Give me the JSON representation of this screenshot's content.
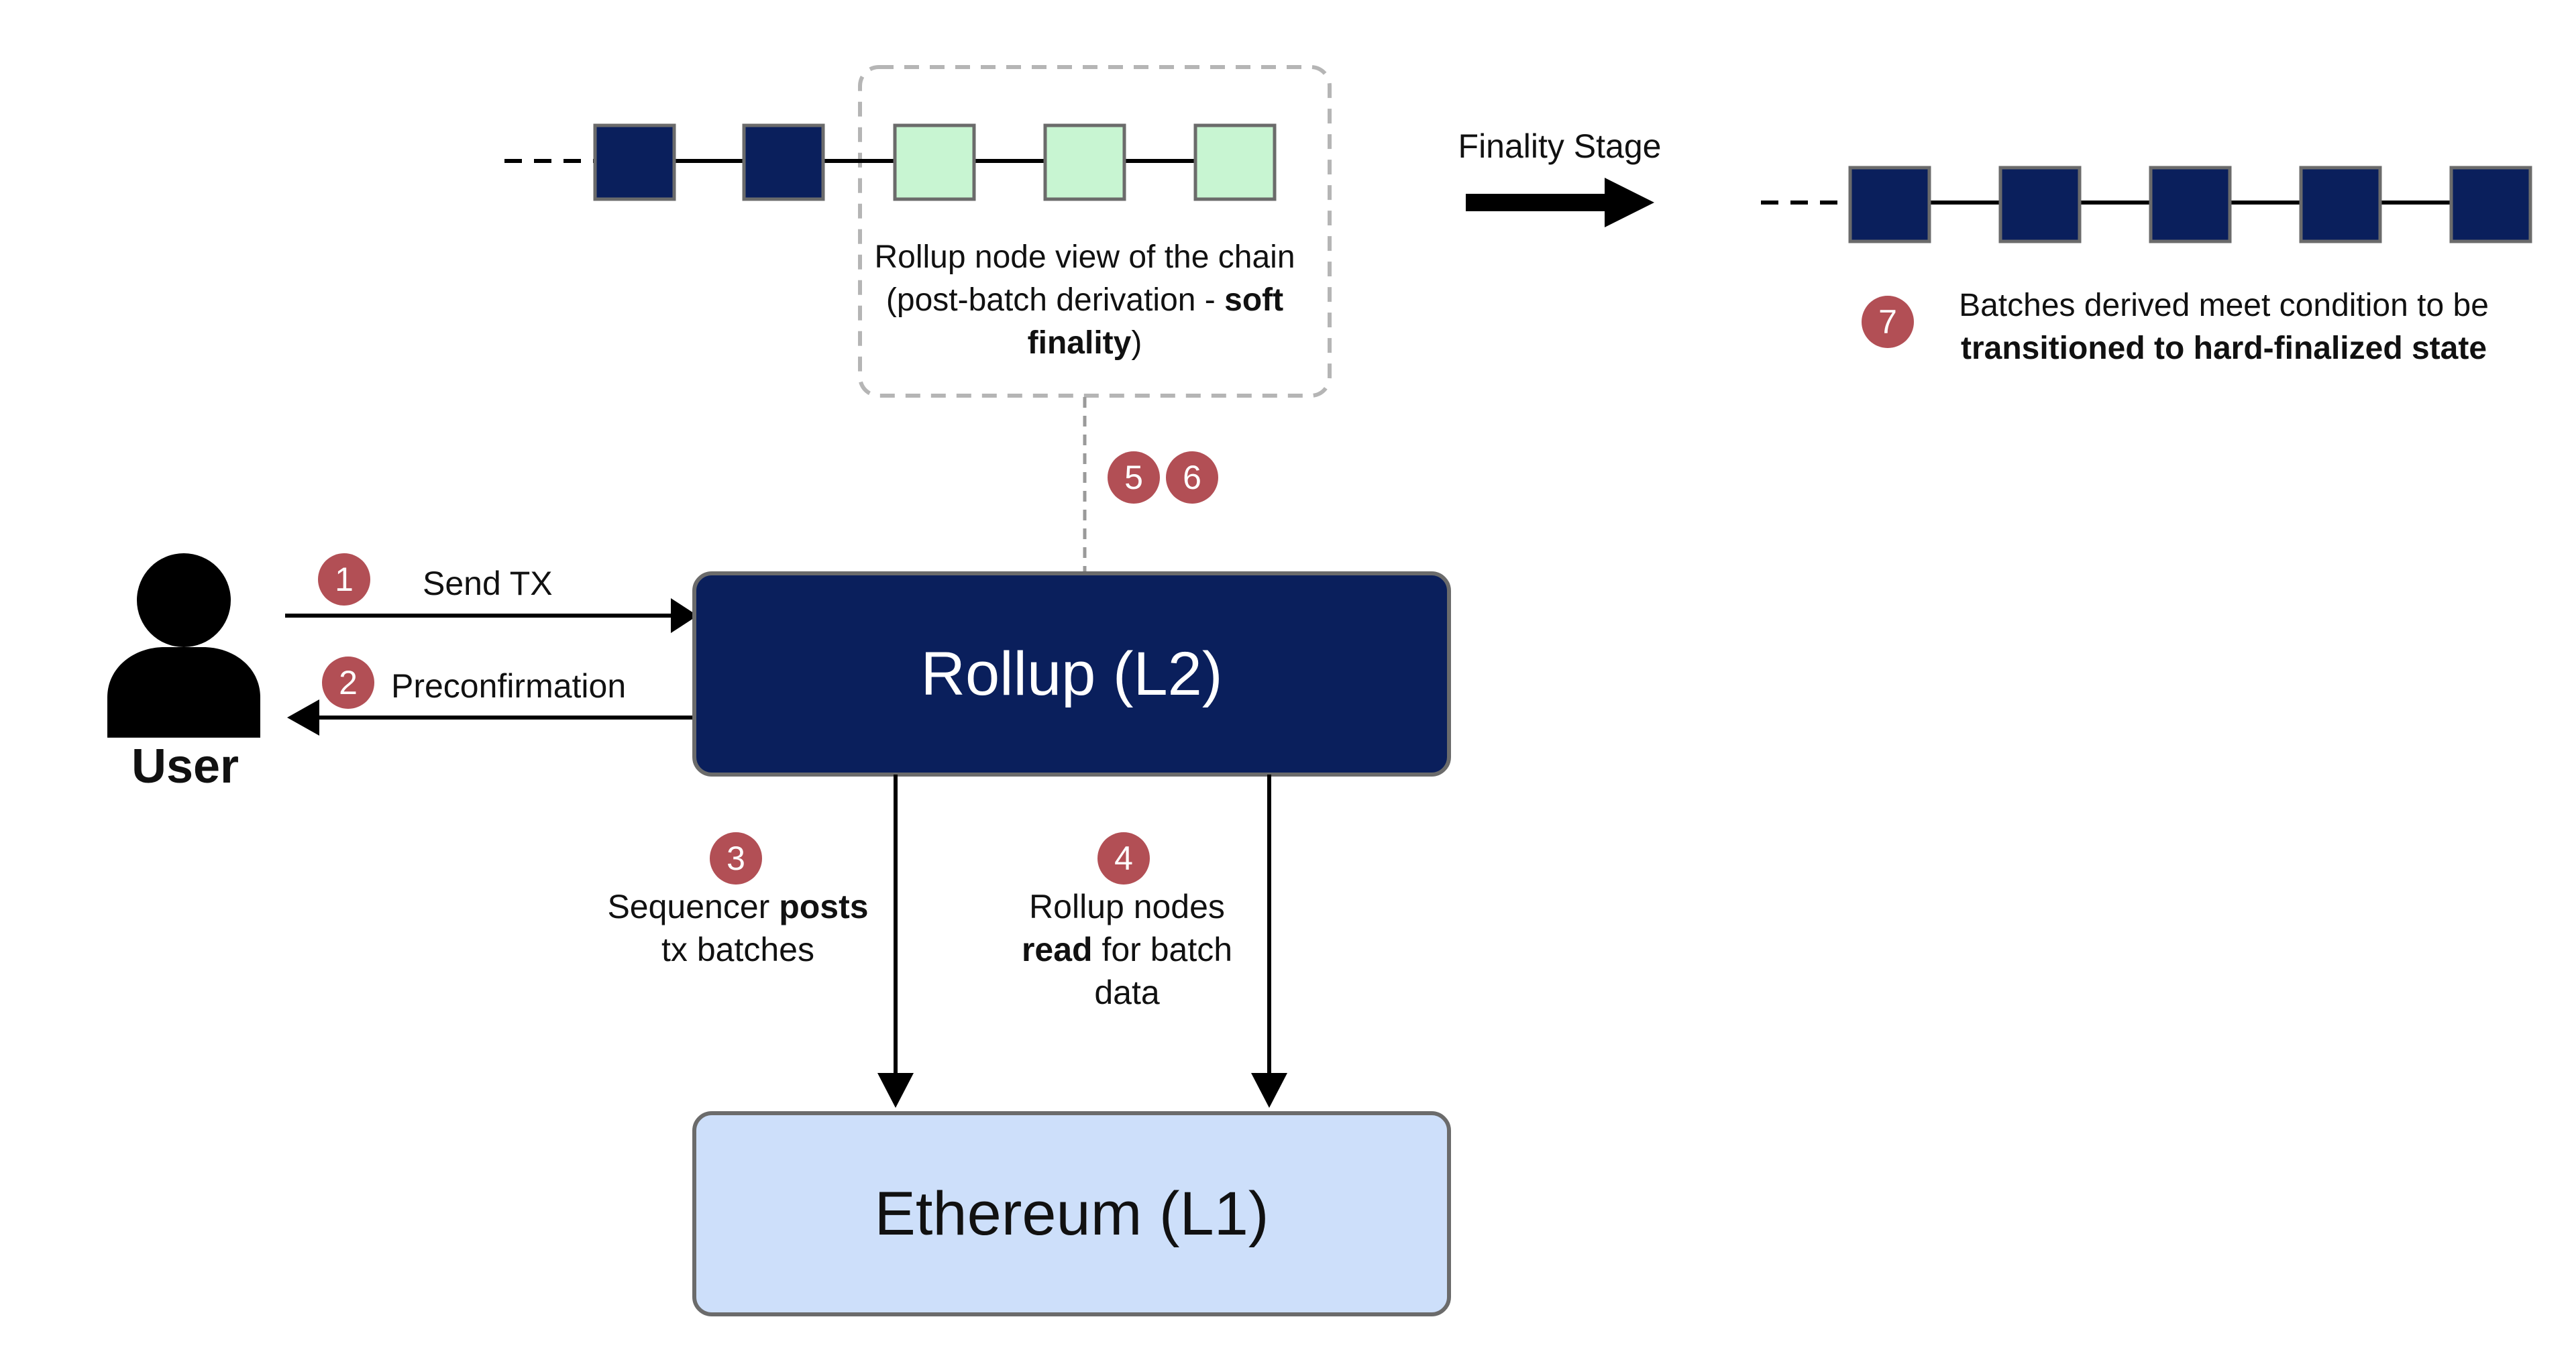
{
  "soft_chain": {
    "caption_line1": "Rollup node view of the chain",
    "caption_line2_pre": "(post-batch derivation - ",
    "caption_line2_bold": "soft",
    "caption_line3_bold": "finality",
    "caption_line3_post": ")"
  },
  "finality_stage": {
    "label": "Finality Stage"
  },
  "hard_chain": {
    "caption_line1": "Batches derived meet condition to be",
    "caption_line2_bold": "transitioned to hard-finalized state"
  },
  "steps": {
    "s1": "1",
    "s2": "2",
    "s3": "3",
    "s4": "4",
    "s5": "5",
    "s6": "6",
    "s7": "7"
  },
  "user": {
    "label": "User"
  },
  "arrows": {
    "send_tx": "Send TX",
    "preconfirmation": "Preconfirmation"
  },
  "rollup": {
    "label": "Rollup (L2)"
  },
  "ethereum": {
    "label": "Ethereum (L1)"
  },
  "sequencer": {
    "line1_pre": "Sequencer ",
    "line1_bold": "posts",
    "line2": "tx batches"
  },
  "rollup_nodes": {
    "line1": "Rollup nodes",
    "line2_bold": "read",
    "line2_post": " for batch",
    "line3": "data"
  },
  "colors": {
    "navy": "#0a1f5c",
    "mint": "#c8f5d2",
    "light_blue": "#cddffa",
    "badge_red": "#b24f55",
    "border_gray": "#777777",
    "dash_gray": "#b5b5b5"
  }
}
